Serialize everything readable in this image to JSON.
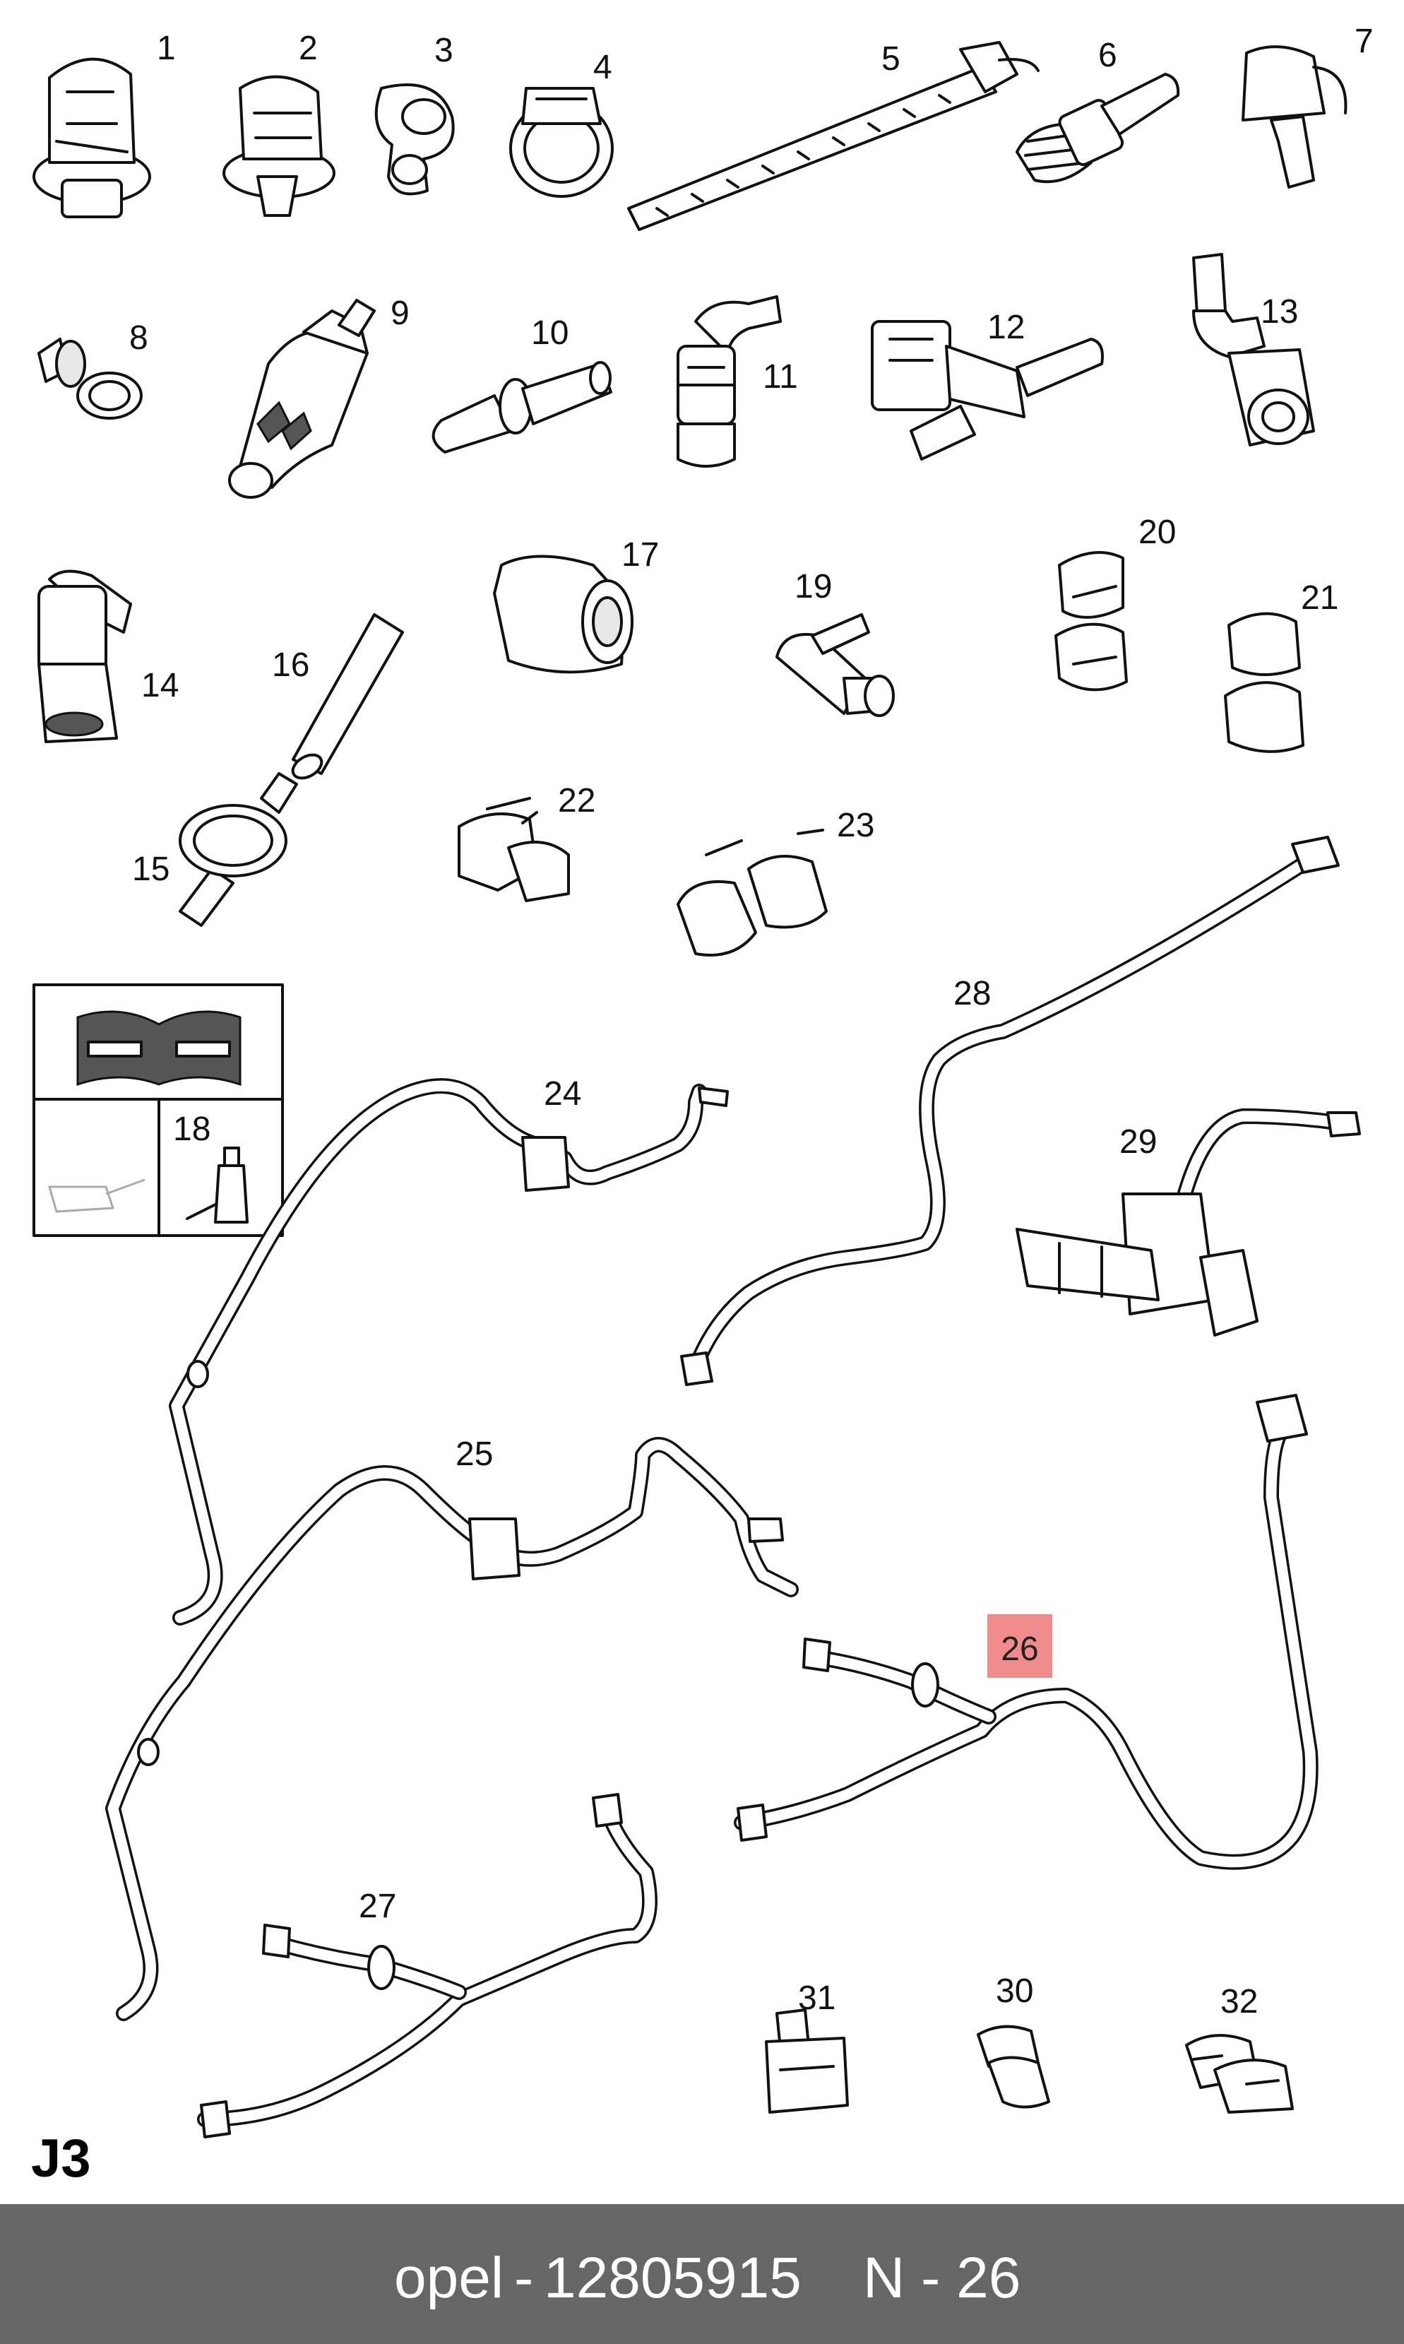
{
  "diagram": {
    "section_code": "J3",
    "highlight_color": "#f08c8c",
    "parts": [
      {
        "label": "1",
        "icon": "push-clip-icon"
      },
      {
        "label": "2",
        "icon": "push-clip-icon"
      },
      {
        "label": "3",
        "icon": "pipe-clip-icon"
      },
      {
        "label": "4",
        "icon": "hose-clamp-icon"
      },
      {
        "label": "5",
        "icon": "cable-tie-icon"
      },
      {
        "label": "6",
        "icon": "threaded-adapter-icon"
      },
      {
        "label": "7",
        "icon": "clip-icon"
      },
      {
        "label": "8",
        "icon": "bolt-icon"
      },
      {
        "label": "9",
        "icon": "quick-connector-icon"
      },
      {
        "label": "10",
        "icon": "connector-icon"
      },
      {
        "label": "11",
        "icon": "elbow-connector-icon"
      },
      {
        "label": "12",
        "icon": "connector-icon"
      },
      {
        "label": "13",
        "icon": "elbow-connector-icon"
      },
      {
        "label": "14",
        "icon": "elbow-connector-icon"
      },
      {
        "label": "15",
        "icon": "check-valve-icon"
      },
      {
        "label": "16",
        "icon": "hose-icon"
      },
      {
        "label": "17",
        "icon": "sleeve-icon"
      },
      {
        "label": "18",
        "icon": "sealant-bottle-icon"
      },
      {
        "label": "19",
        "icon": "connector-icon"
      },
      {
        "label": "20",
        "icon": "double-clip-icon"
      },
      {
        "label": "21",
        "icon": "double-clip-icon"
      },
      {
        "label": "22",
        "icon": "pipe-clip-icon"
      },
      {
        "label": "23",
        "icon": "double-clip-icon"
      },
      {
        "label": "24",
        "icon": "fuel-line-icon"
      },
      {
        "label": "25",
        "icon": "fuel-line-icon"
      },
      {
        "label": "26",
        "icon": "fuel-line-icon",
        "highlighted": true
      },
      {
        "label": "27",
        "icon": "fuel-line-icon"
      },
      {
        "label": "28",
        "icon": "fuel-line-icon"
      },
      {
        "label": "29",
        "icon": "valve-assembly-icon"
      },
      {
        "label": "30",
        "icon": "clip-icon"
      },
      {
        "label": "31",
        "icon": "clip-icon"
      },
      {
        "label": "32",
        "icon": "clip-icon"
      }
    ],
    "service_box_icons": [
      "manual-wrench-icon",
      "oil-can-icon"
    ]
  },
  "footer": {
    "brand": "opel",
    "separator": "-",
    "part_number": "12805915",
    "ref": "N - 26",
    "background": "#666666"
  }
}
